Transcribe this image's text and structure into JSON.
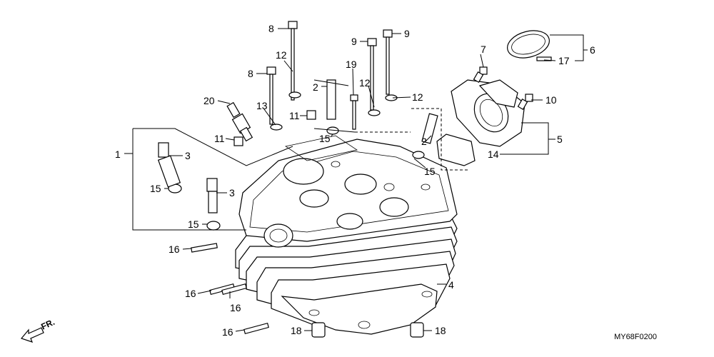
{
  "drawing_code": "MY68F0200",
  "direction_label": "FR.",
  "callouts": {
    "p1": "1",
    "p2a": "2",
    "p2b": "2",
    "p3a": "3",
    "p3b": "3",
    "p4": "4",
    "p5": "5",
    "p6": "6",
    "p7": "7",
    "p8a": "8",
    "p8b": "8",
    "p9a": "9",
    "p9b": "9",
    "p10": "10",
    "p11a": "11",
    "p11b": "11",
    "p12a": "12",
    "p12b": "12",
    "p12c": "12",
    "p13": "13",
    "p14": "14",
    "p15a": "15",
    "p15b": "15",
    "p15c": "15",
    "p15d": "15",
    "p16a": "16",
    "p16b": "16",
    "p16c": "16",
    "p16d": "16",
    "p17": "17",
    "p18a": "18",
    "p18b": "18",
    "p19": "19",
    "p20": "20"
  },
  "icons": {
    "direction_arrow": "fr-arrow-icon",
    "cylinder_head": "cylinder-head-icon"
  }
}
